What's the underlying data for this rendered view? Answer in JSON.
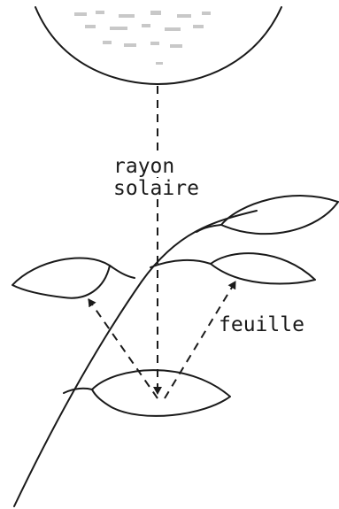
{
  "labels": {
    "ray_line1": "rayon",
    "ray_line2": "solaire",
    "leaf": "feuille"
  },
  "colors": {
    "ink": "#1a1a1a",
    "background": "#ffffff"
  }
}
